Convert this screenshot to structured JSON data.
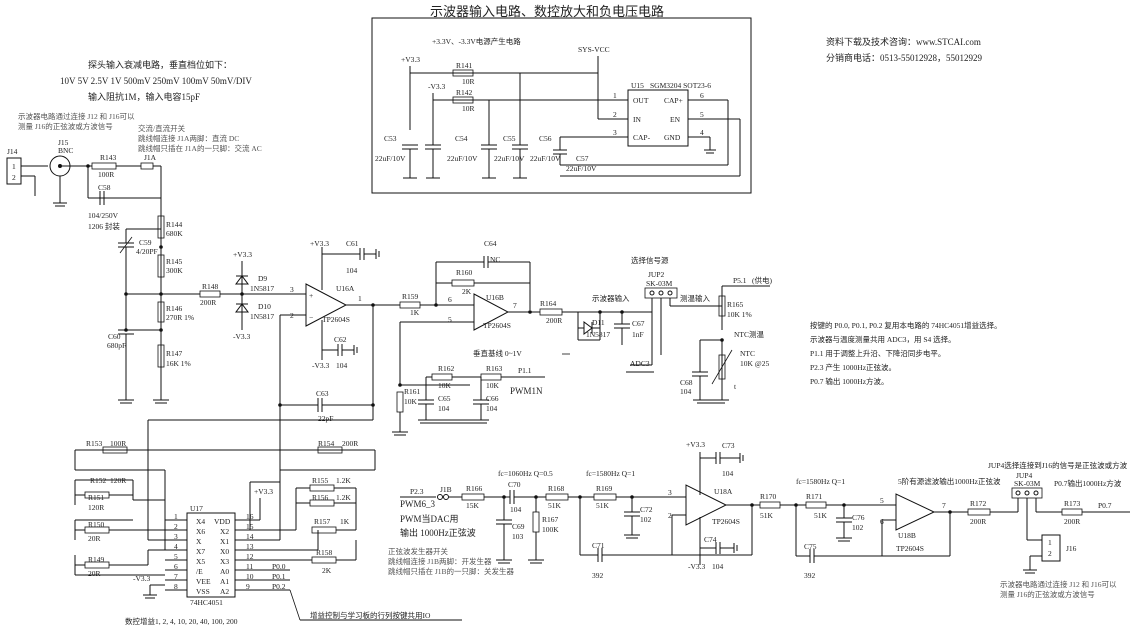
{
  "title": "示波器输入电路、数控放大和负电压电路",
  "contact": {
    "line1": "资料下载及技术咨询：www.STCAI.com",
    "line2": "分销商电话：0513-55012928，55012929"
  },
  "notes": {
    "probe_title": "探头输入衰减电路，垂直档位如下：",
    "probe_ranges": "10V 5V 2.5V 1V 500mV 250mV 100mV 50mV/DIV",
    "probe_impedance": "输入阻抗1M，输入电容15pF",
    "j2_j6_top_a": "示波器电路通过连接 J12 和 J16可以",
    "j2_j6_top_b": "测量 J16的正弦波或方波信号",
    "ac_dc_a": "交流/直流开关",
    "ac_dc_b": "跳线帽连接 J1A两脚：直流 DC",
    "ac_dc_c": "跳线帽只插在 J1A的一只脚：交流 AC",
    "vref_label": "垂直基线 0~1V",
    "sel_src": "选择信号源",
    "scope_in": "示波器输入",
    "temp_in": "测温输入",
    "supply": "(供电)",
    "ntc_label": "NTC测温",
    "key_a": "按键的 P0.0, P0.1, P0.2 复用本电路的 74HC4051增益选择。",
    "key_b": "示波器与温度测量共用 ADC3，用 S4 选择。",
    "key_c": "P1.1 用于调整上升沿、下降沿同步电平。",
    "key_d": "P2.3 产生 1000Hz正弦波。",
    "key_e": "P0.7 输出 1000Hz方波。",
    "gain_list": "数控增益1, 2, 4, 10, 20, 40, 100, 200",
    "gain_io": "增益控制与学习板的行列按键共用IO",
    "neg_title": "+3.3V、-3.3V电源产生电路",
    "sine_sw_a": "正弦波发生器开关",
    "sine_sw_b": "跳线帽连接 J1B两脚：开发生器",
    "sine_sw_c": "跳线帽只插在 J1B的一只脚：关发生器",
    "pwm_dac": "PWM当DAC用",
    "sine_out": "输出 1000Hz正弦波",
    "filter_out": "5阶有源滤波输出1000Hz正弦波",
    "jup4_note": "JUP4选择连接到J16的信号是正弦波或方波",
    "p07_note": "P0.7输出1000Hz方波",
    "j16_bottom_a": "示波器电路通过连接 J12 和 J16可以",
    "j16_bottom_b": "测量 J16的正弦波或方波信号",
    "fc1": "fc=1060Hz Q=0.5",
    "fc2": "fc=1580Hz Q=1",
    "fc3": "fc=1580Hz Q=1"
  },
  "labels": {
    "J14": "J14",
    "J15": "J15",
    "BNC": "BNC",
    "J1A": "J1A",
    "R143": "R143",
    "R143v": "100R",
    "C58": "C58",
    "C58v": "104/250V",
    "C58p": "1206 封装",
    "C59": "C59",
    "C59v": "4/20PF",
    "R144": "R144",
    "R144v": "680K",
    "R145": "R145",
    "R145v": "300K",
    "R146": "R146",
    "R146v": "270R 1%",
    "R147": "R147",
    "R147v": "16K 1%",
    "C60": "C60",
    "C60v": "680pF",
    "R148": "R148",
    "R148v": "200R",
    "D9": "D9",
    "D9v": "1N5817",
    "D10": "D10",
    "D10v": "1N5817",
    "U16A": "U16A",
    "TP2604S": "TP2604S",
    "C61": "C61",
    "C62": "C62",
    "v104": "104",
    "C63": "C63",
    "C63v": "22pF",
    "C64": "C64",
    "NC": "NC",
    "R160": "R160",
    "R160v": "2K",
    "R159": "R159",
    "R159v": "1K",
    "U16B": "U16B",
    "R164": "R164",
    "R164v": "200R",
    "D11": "D11",
    "D11v": "1N5817",
    "C67": "C67",
    "C67v": "1nF",
    "ADC3": "ADC3",
    "JUP2": "JUP2",
    "SK03M": "SK-03M",
    "P51": "P5.1",
    "R165": "R165",
    "R165v": "10K 1%",
    "NTC": "NTC",
    "NTCv": "10K @25",
    "C68": "C68",
    "R161": "R161",
    "R161v": "10K",
    "R162": "R162",
    "R162v": "10K",
    "R163": "R163",
    "R163v": "10K",
    "C65": "C65",
    "C66": "C66",
    "P11": "P1.1",
    "PWM1N": "PWM1N",
    "V33p": "+V3.3",
    "V33n": "-V3.3",
    "R153": "R153",
    "R153v": "100R",
    "R154": "R154",
    "R154v": "200R",
    "R152": "R152",
    "R152v": "120R",
    "R151": "R151",
    "R151v": "120R",
    "R155": "R155",
    "R155v": "1.2K",
    "R156": "R156",
    "R156v": "1.2K",
    "R157": "R157",
    "R157v": "1K",
    "R150": "R150",
    "R150v": "20R",
    "R149": "R149",
    "R149v": "20R",
    "R158": "R158",
    "R158v": "2K",
    "U17": "U17",
    "U17v": "74HC4051",
    "pins_l": [
      "X4",
      "X6",
      "X",
      "X7",
      "X5",
      "/E",
      "VEE",
      "VSS"
    ],
    "pins_l_n": [
      "1",
      "2",
      "3",
      "4",
      "5",
      "6",
      "7",
      "8"
    ],
    "pins_r": [
      "VDD",
      "X2",
      "X1",
      "X0",
      "X3",
      "A0",
      "A1",
      "A2"
    ],
    "pins_r_n": [
      "16",
      "15",
      "14",
      "13",
      "12",
      "11",
      "10",
      "9"
    ],
    "P00": "P0.0",
    "P01": "P0.1",
    "P02": "P0.2",
    "R141": "R141",
    "R141v": "10R",
    "R142": "R142",
    "R142v": "10R",
    "SYSVCC": "SYS-VCC",
    "C53": "C53",
    "C54": "C54",
    "C55": "C55",
    "C56": "C56",
    "C57": "C57",
    "c22uF": "22uF/10V",
    "U15": "U15",
    "U15v": "SGM3204 SOT23-6",
    "u15_l": [
      "OUT",
      "IN",
      "CAP-"
    ],
    "u15_r": [
      "CAP+",
      "EN",
      "GND"
    ],
    "u15_ln": [
      "1",
      "2",
      "3"
    ],
    "u15_rn": [
      "6",
      "5",
      "4"
    ],
    "P23": "P2.3",
    "J1B": "J1B",
    "PWM63": "PWM6_3",
    "R166": "R166",
    "R166v": "15K",
    "C70": "C70",
    "C69": "C69",
    "C69v": "103",
    "R167": "R167",
    "R167v": "100K",
    "R168": "R168",
    "R168v": "51K",
    "R169": "R169",
    "R169v": "51K",
    "C71": "C71",
    "C71v": "392",
    "C72": "C72",
    "C72v": "102",
    "U18A": "U18A",
    "C73": "C73",
    "C74": "C74",
    "R170": "R170",
    "R170v": "51K",
    "R171": "R171",
    "R171v": "51K",
    "C75": "C75",
    "C75v": "392",
    "C76": "C76",
    "C76v": "102",
    "U18B": "U18B",
    "R172": "R172",
    "R172v": "200R",
    "JUP4": "JUP4",
    "R173": "R173",
    "R173v": "200R",
    "P07": "P0.7",
    "J16": "J16"
  }
}
